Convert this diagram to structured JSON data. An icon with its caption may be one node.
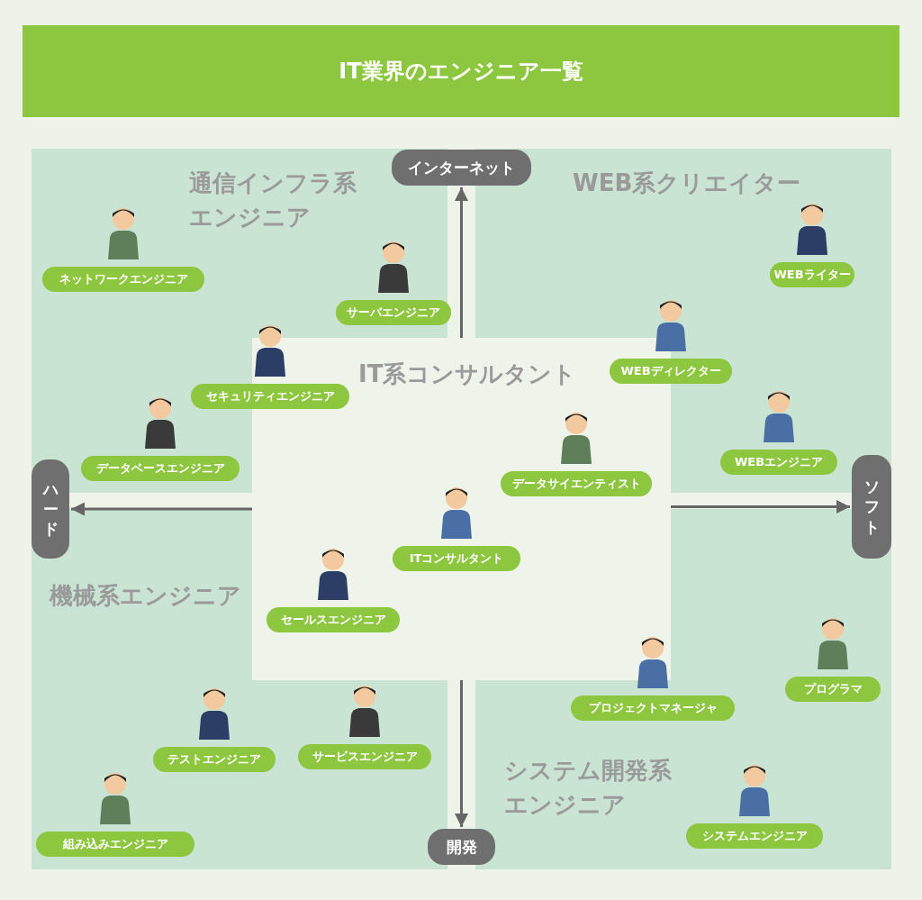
{
  "diagram": {
    "title": "IT業界のエンジニア一覧",
    "nodes": [
      {
        "text": [
          "通信インフラ系エンジニア"
        ]
      },
      {
        "text": [
          "インターネット"
        ]
      },
      {
        "text": [
          "WEB系クリエイター"
        ]
      },
      {
        "text": [
          "ネットワークエンジニア"
        ],
        "in": 0
      },
      {
        "text": [
          "WEBライター"
        ],
        "in": 2
      },
      {
        "text": [
          "サーバエンジニア"
        ],
        "in": 0
      },
      {
        "text": [
          "WEBディレクター"
        ]
      },
      {
        "text": [
          "IT系コンサルタント"
        ]
      },
      {
        "text": [
          "セキュリティエンジニア"
        ]
      },
      {
        "text": [
          "データベースエンジニア"
        ],
        "in": 0
      },
      {
        "text": [
          "WEBエンジニア"
        ],
        "in": 2
      },
      {
        "text": [
          "データサイエンティスト"
        ],
        "in": 7
      },
      {
        "text": [
          "ハード"
        ]
      },
      {
        "text": [
          "ソフト"
        ]
      },
      {
        "text": [
          "ITコンサルタント"
        ],
        "in": 7
      },
      {
        "text": [
          "機械系エンジニア"
        ]
      },
      {
        "text": [
          "セールスエンジニア"
        ],
        "in": 7
      },
      {
        "text": [
          "システム開発系エンジニア"
        ]
      },
      {
        "text": [
          "プロジェクトマネージャ"
        ],
        "in": 17
      },
      {
        "text": [
          "プログラマ"
        ],
        "in": 17
      },
      {
        "text": [
          "テストエンジニア"
        ],
        "in": 15
      },
      {
        "text": [
          "サービスエンジニア"
        ],
        "in": 15
      },
      {
        "text": [
          "システムエンジニア"
        ],
        "in": 17
      },
      {
        "text": [
          "組み込みエンジニア"
        ],
        "in": 15
      },
      {
        "text": [
          "開発"
        ]
      }
    ],
    "edges": [
      {
        "from": 7,
        "to": 1,
        "arrow": "to"
      },
      {
        "from": 7,
        "to": 12,
        "arrow": "to"
      },
      {
        "from": 7,
        "to": 13,
        "arrow": "to"
      },
      {
        "from": 7,
        "to": 24,
        "arrow": "to"
      }
    ]
  }
}
